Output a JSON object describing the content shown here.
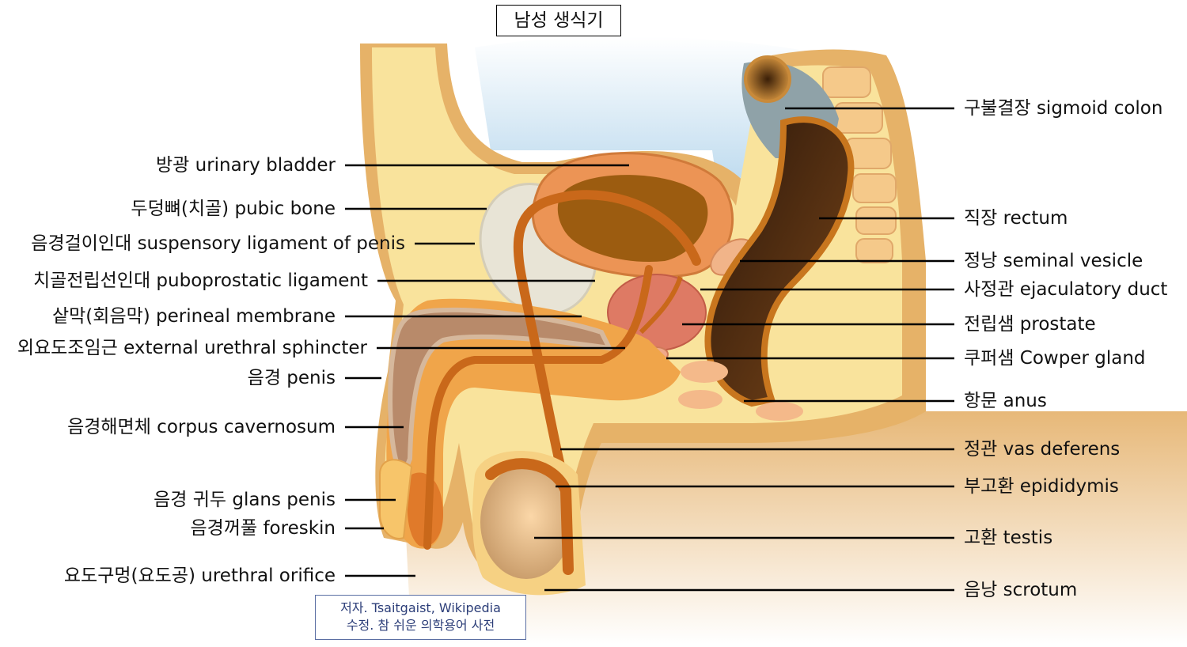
{
  "title": "남성 생식기",
  "credit": {
    "line1": "저자. Tsaitgaist, Wikipedia",
    "line2": "수정. 참 쉬운 의학용어 사전"
  },
  "labels_left": [
    "방광 urinary bladder",
    "두덩뼈(치골) pubic bone",
    "음경걸이인대 suspensory ligament of penis",
    "치골전립선인대 puboprostatic ligament",
    "샅막(회음막) perineal membrane",
    "외요도조임근 external urethral sphincter",
    "음경 penis",
    "음경해면체 corpus cavernosum",
    "음경 귀두 glans penis",
    "음경꺼풀 foreskin",
    "요도구멍(요도공) urethral orifice"
  ],
  "labels_right": [
    "구불결장 sigmoid colon",
    "직장 rectum",
    "정낭 seminal vesicle",
    "사정관 ejaculatory duct",
    "전립샘 prostate",
    "쿠퍼샘 Cowper gland",
    "항문 anus",
    "정관 vas deferens",
    "부고환 epididymis",
    "고환 testis",
    "음낭 scrotum"
  ],
  "colors": {
    "skin": "#f7d88f",
    "bone": "#e8e4d8",
    "bladder": "#e8924e",
    "bladder_inner": "#9a5a10",
    "prostate": "#d9735f",
    "rectum": "#4a2a12",
    "duct": "#cf6e1e",
    "colon": "#9aa9ad",
    "sky": "#a9cfe8"
  }
}
